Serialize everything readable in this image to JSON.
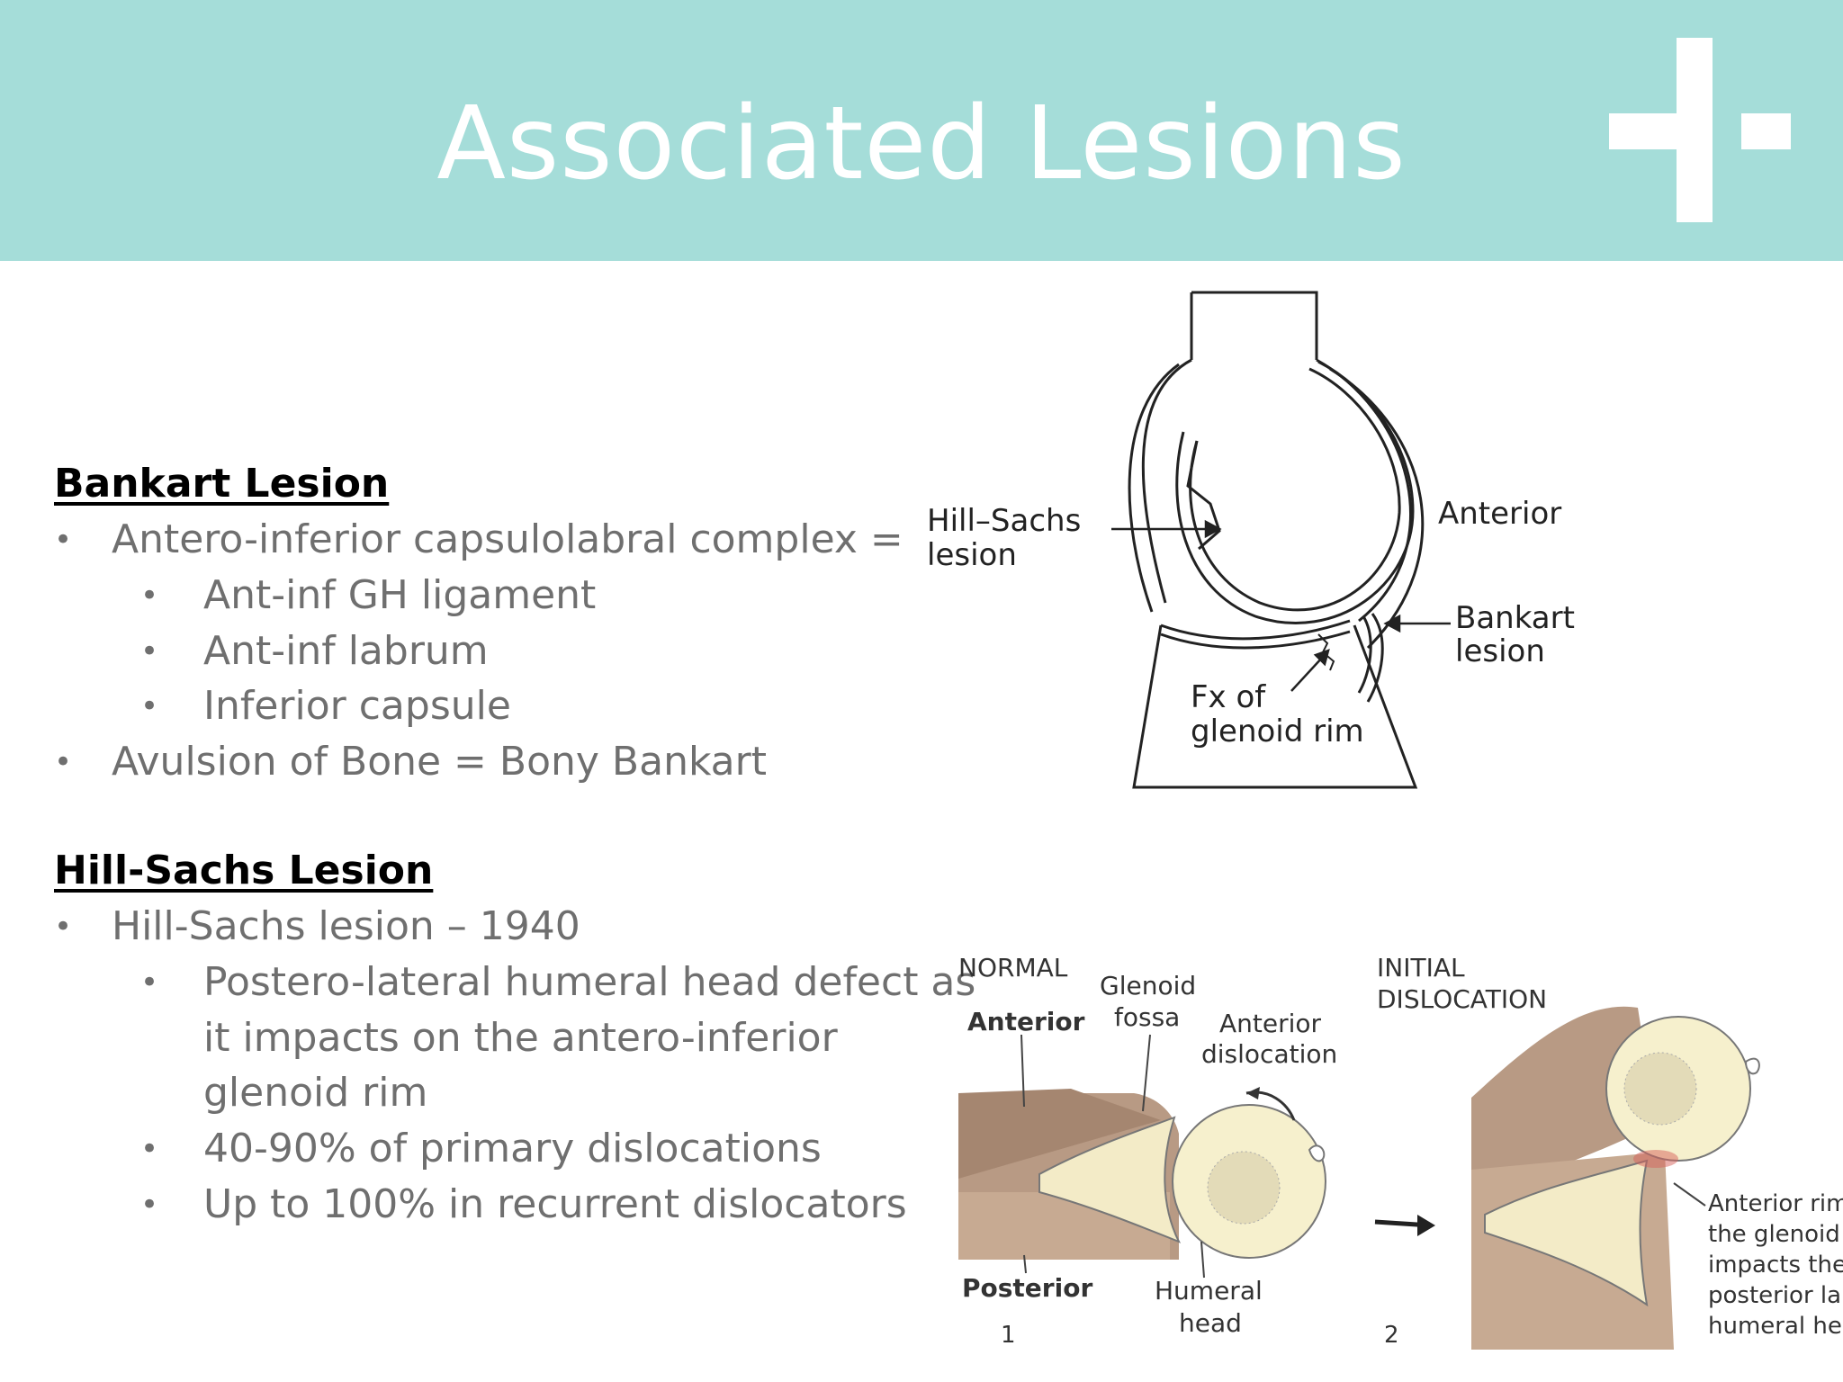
{
  "slide": {
    "title": "Associated Lesions"
  },
  "bankart": {
    "heading": "Bankart Lesion",
    "items": [
      "Antero-inferior capsulolabral complex =",
      "Ant-inf GH ligament",
      "Ant-inf labrum",
      "Inferior capsule",
      "Avulsion of Bone = Bony Bankart"
    ]
  },
  "hillsachs": {
    "heading": "Hill-Sachs Lesion",
    "items": [
      "Hill-Sachs lesion – 1940",
      "Postero-lateral humeral head defect as",
      "it impacts on the antero-inferior",
      "glenoid rim",
      "40-90% of primary dislocations",
      "Up to 100% in recurrent dislocators"
    ]
  },
  "figure1": {
    "label_hillsachs_1": "Hill–Sachs",
    "label_hillsachs_2": "lesion",
    "label_anterior": "Anterior",
    "label_bankart_1": "Bankart",
    "label_bankart_2": "lesion",
    "label_fx_1": "Fx of",
    "label_fx_2": "glenoid rim"
  },
  "figure2": {
    "normal": "NORMAL",
    "anterior": "Anterior",
    "glenoid_1": "Glenoid",
    "glenoid_2": "fossa",
    "antdis_1": "Anterior",
    "antdis_2": "dislocation",
    "posterior": "Posterior",
    "humeral_1": "Humeral",
    "humeral_2": "head",
    "num1": "1",
    "initial_1": "INITIAL",
    "initial_2": "DISLOCATION",
    "num2": "2",
    "rim_1": "Anterior rim",
    "rim_2": "the glenoid",
    "rim_3": "impacts the",
    "rim_4": "posterior la",
    "rim_5": "humeral he"
  }
}
